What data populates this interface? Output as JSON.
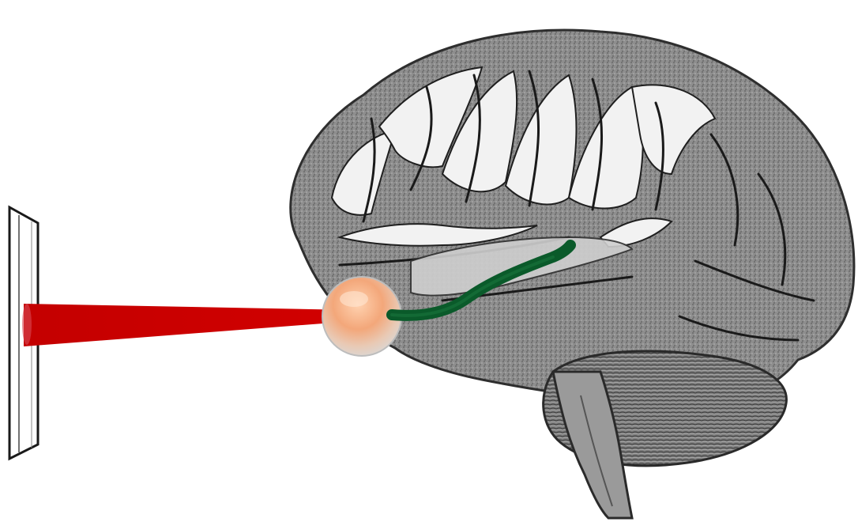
{
  "diagram": {
    "colors": {
      "background": "#ffffff",
      "beam": "#c40000",
      "beam_tip": "#e8505a",
      "pathway": "#0a5a2a",
      "eye_glow": "#f3a77a",
      "brain_base": "#8c8c8c",
      "brain_dark": "#2e2e2e",
      "brain_light": "#f2f2f2",
      "screen_fill": "#ffffff",
      "screen_edge": "#1a1a1a"
    },
    "parts": [
      {
        "name": "screen",
        "icon": "panel"
      },
      {
        "name": "light-beam",
        "icon": "cone"
      },
      {
        "name": "eye",
        "icon": "sphere"
      },
      {
        "name": "visual-pathway",
        "icon": "tract"
      },
      {
        "name": "brain",
        "icon": "brain"
      },
      {
        "name": "cerebellum",
        "icon": "brain-part"
      },
      {
        "name": "brain-stem",
        "icon": "brain-part"
      }
    ]
  }
}
